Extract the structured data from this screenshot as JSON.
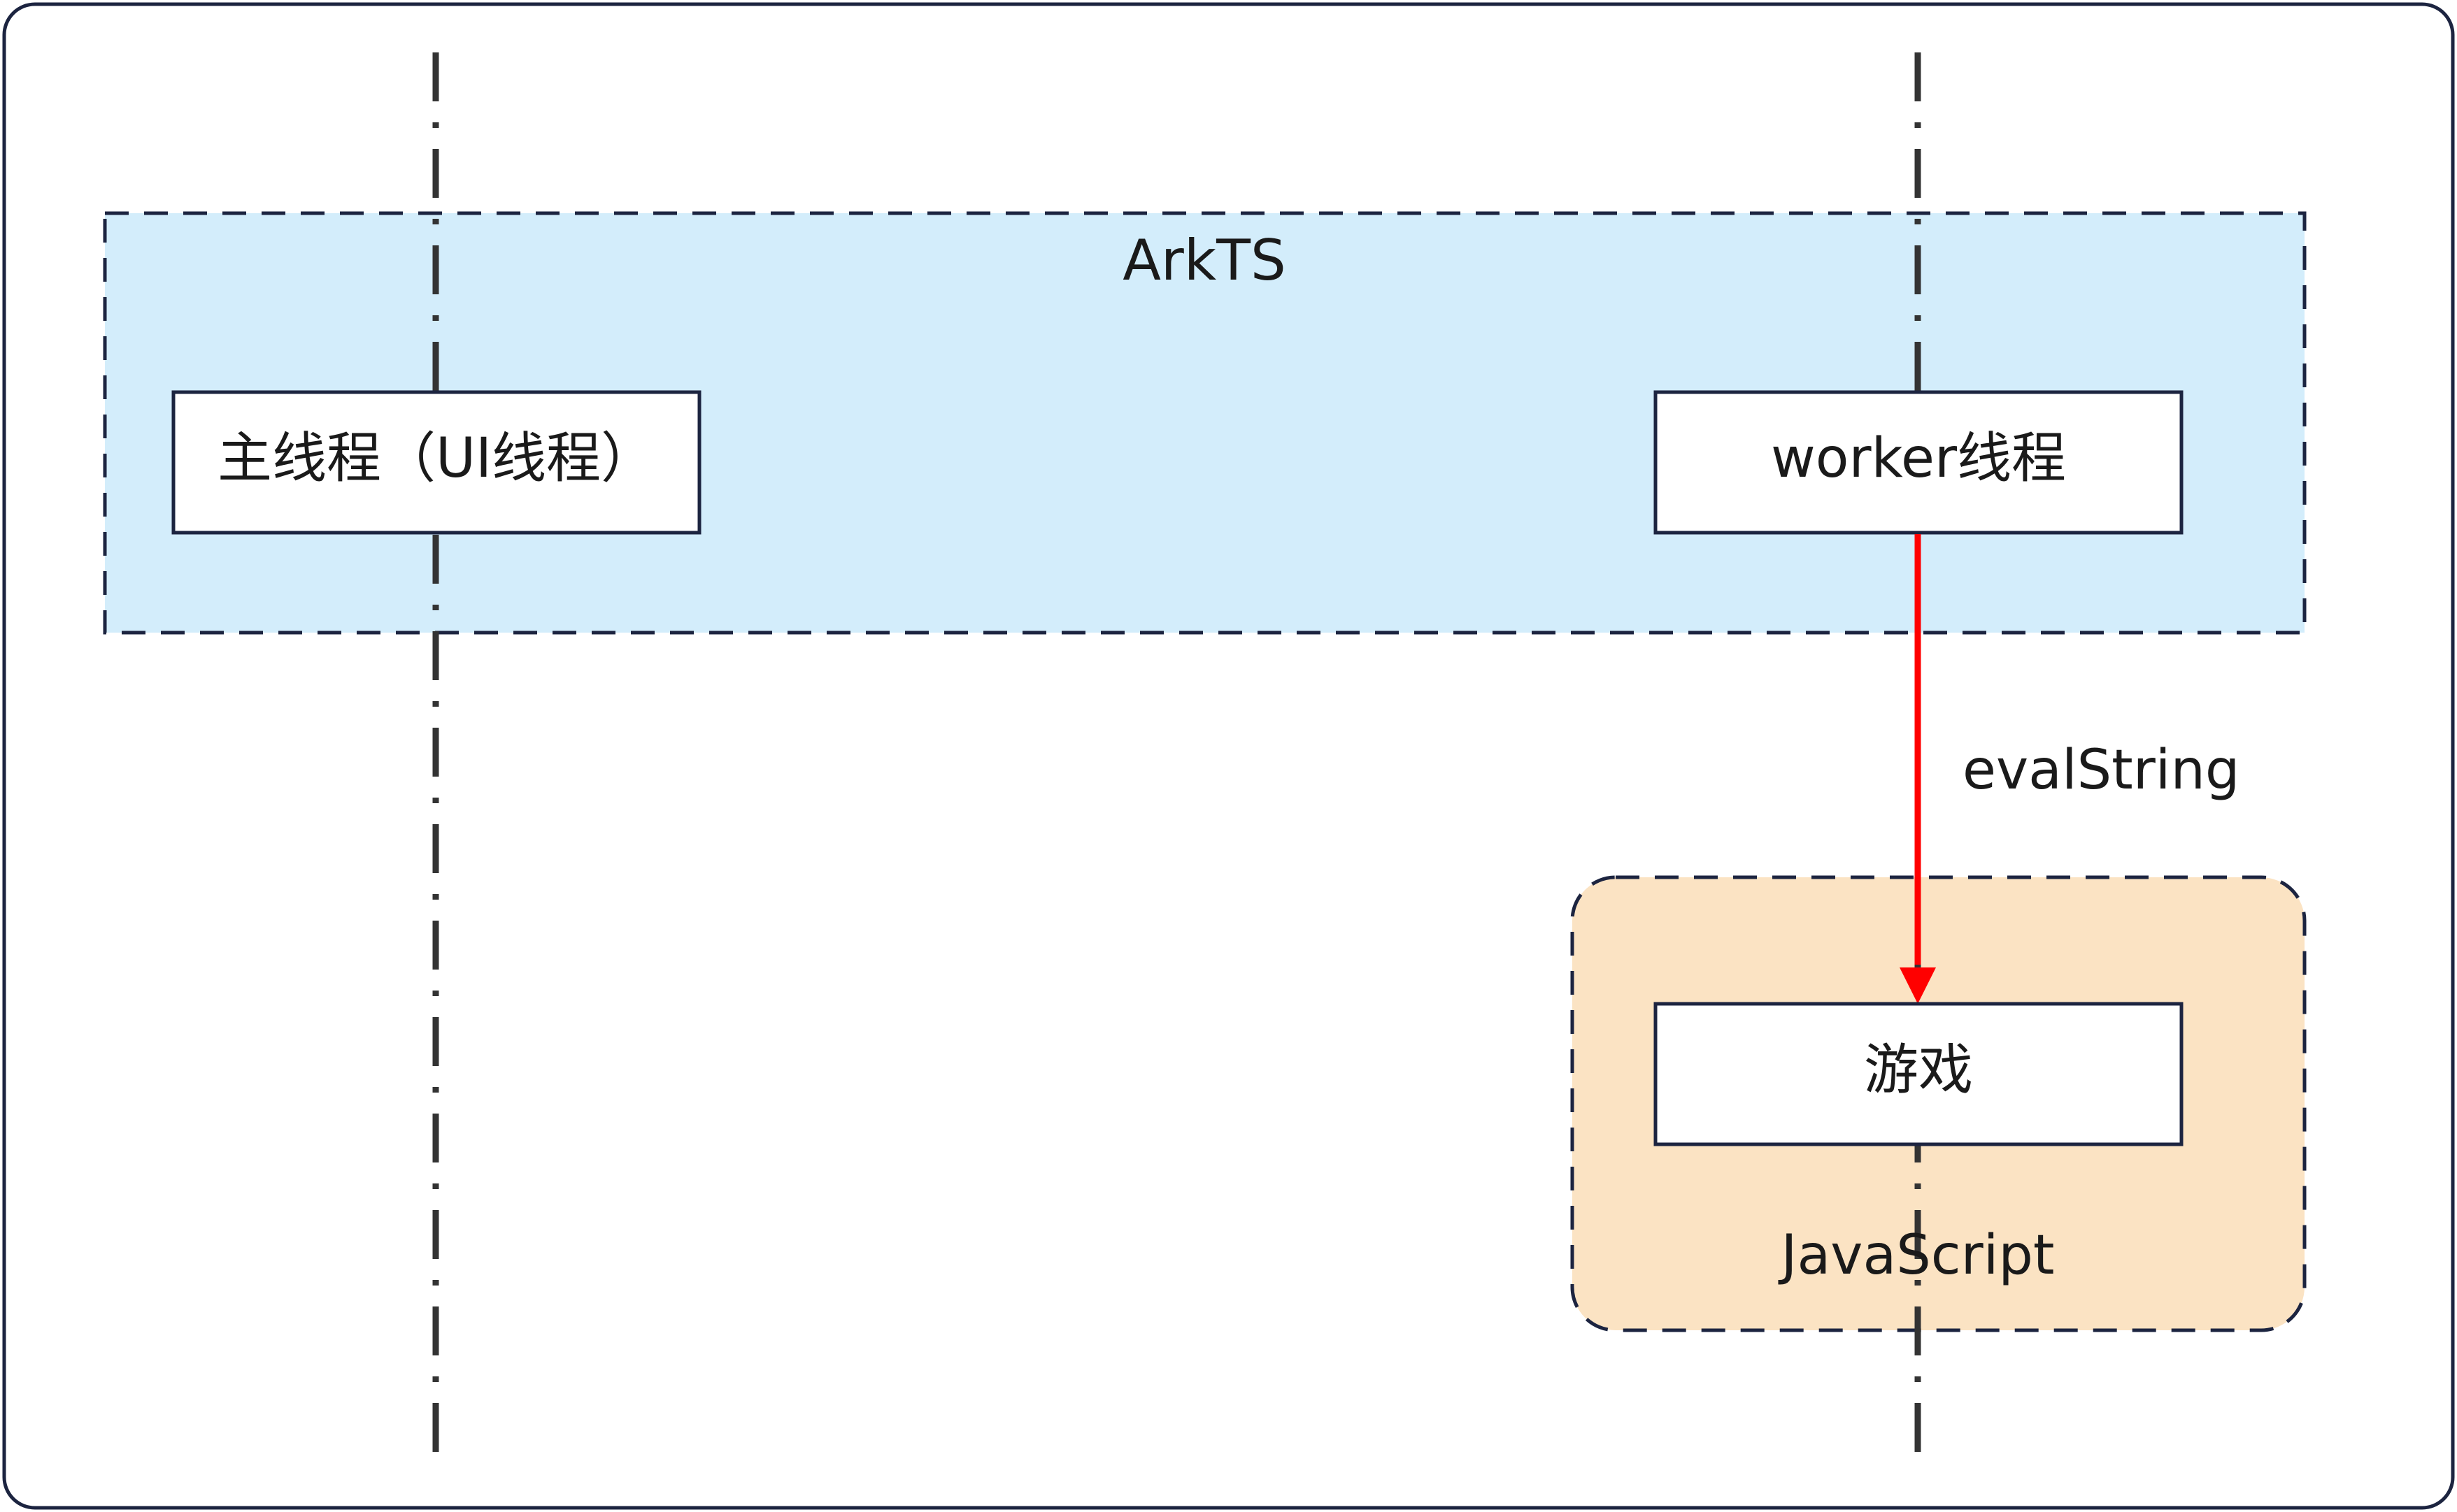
{
  "diagram": {
    "arkts_label": "ArkTS",
    "main_thread_label": "主线程（UI线程）",
    "worker_thread_label": "worker线程",
    "eval_label": "evalString",
    "game_label": "游戏",
    "javascript_label": "JavaScript"
  },
  "colors": {
    "arkts_fill": "#d3edfb",
    "javascript_fill": "#fbe3c3",
    "dash_stroke": "#1c2440",
    "lifeline": "#333333",
    "arrow": "#ff0000",
    "box_fill": "#ffffff",
    "frame_stroke": "#1c2440"
  }
}
